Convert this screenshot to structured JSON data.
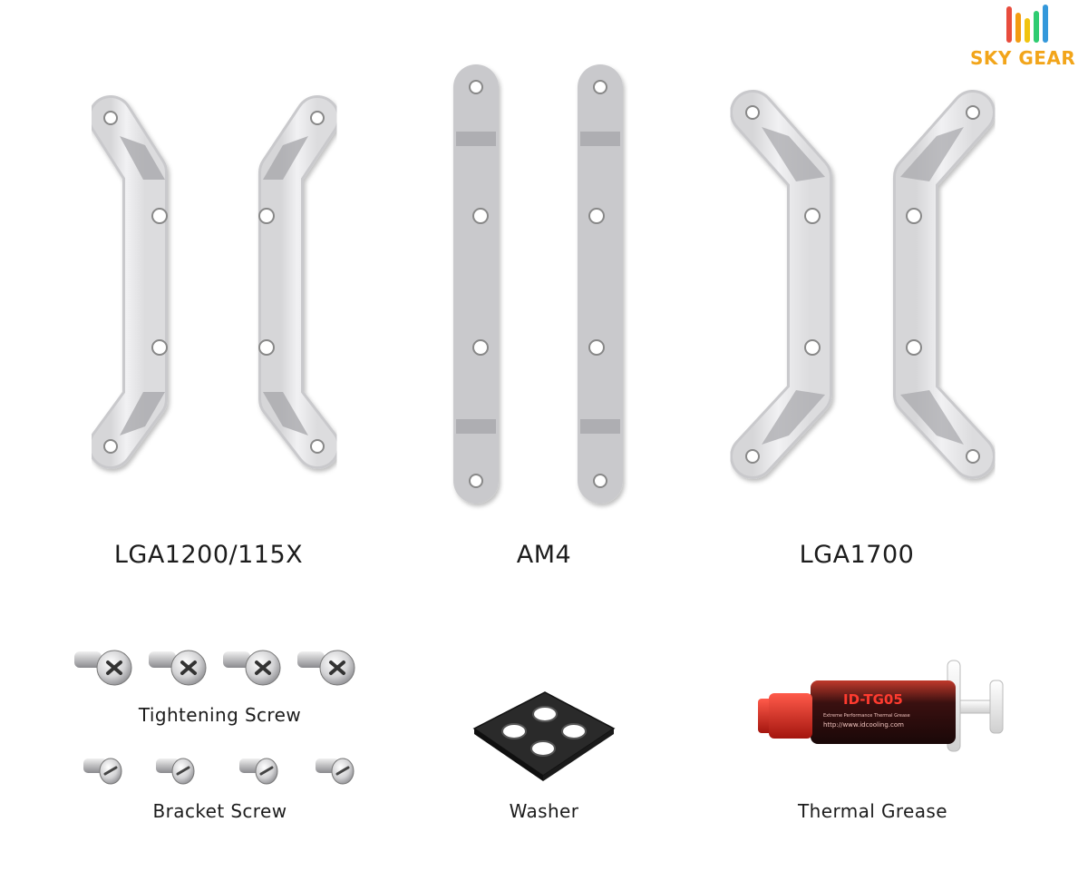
{
  "brand": {
    "logo_text": "SKY GEAR",
    "bar_colors": [
      "#e84c3d",
      "#f39c12",
      "#f1c40f",
      "#2ecc71",
      "#3498db",
      "#9b59b6"
    ]
  },
  "brackets": {
    "lga1200_label": "LGA1200/115X",
    "am4_label": "AM4",
    "lga1700_label": "LGA1700"
  },
  "accessories": {
    "tightening_screw_label": "Tightening Screw",
    "bracket_screw_label": "Bracket Screw",
    "washer_label": "Washer",
    "thermal_grease_label": "Thermal Grease",
    "grease_tube_text": "ID-TG05",
    "grease_tube_subtext": "Extreme Performance Thermal Grease",
    "grease_tube_url": "http://www.idcooling.com"
  }
}
